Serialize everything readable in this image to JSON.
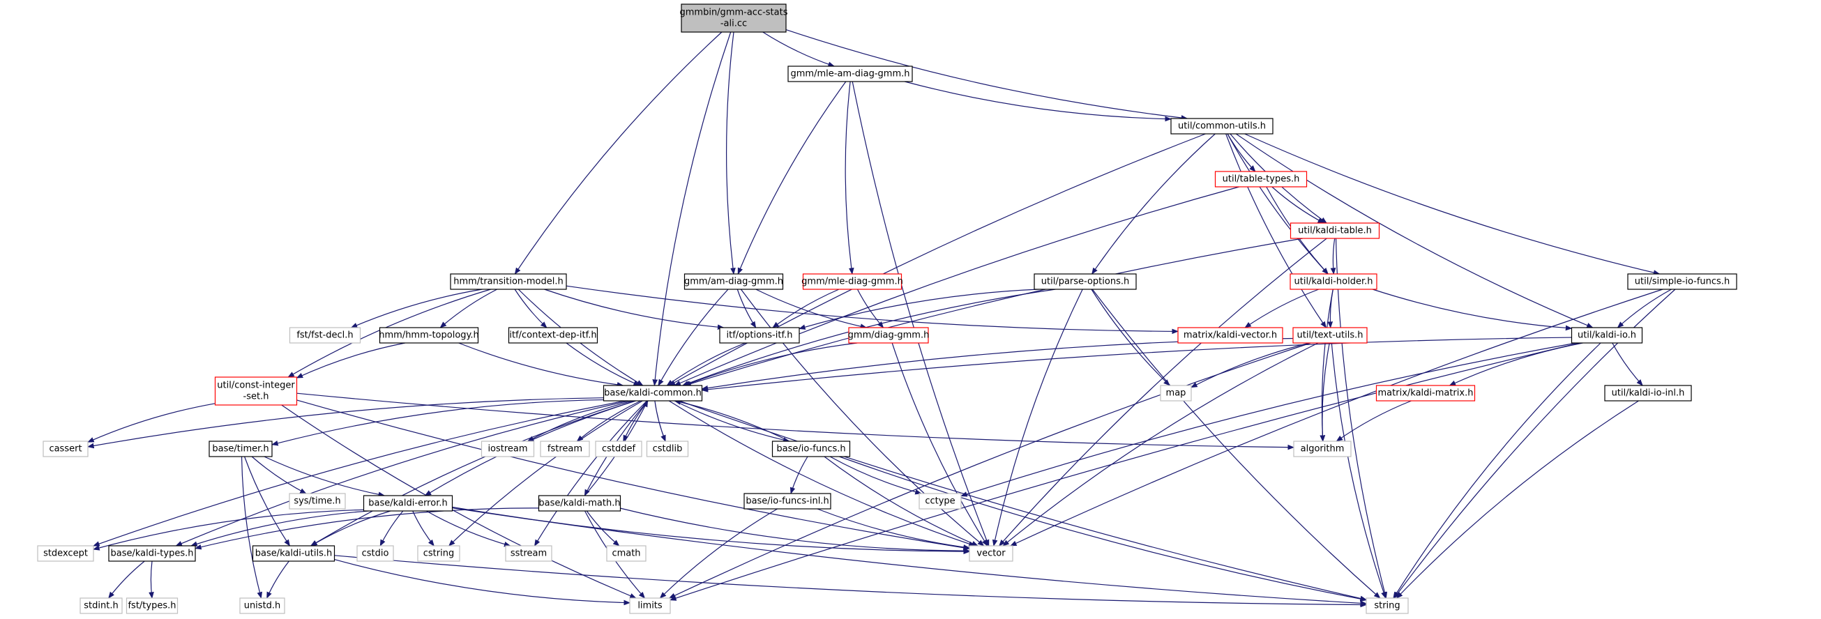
{
  "diagram": {
    "colors": {
      "root_fill": "#bfbfbf",
      "normal_border": "#000000",
      "red_border": "#ff0000",
      "external_border": "#bfbfbf",
      "node_fill": "#ffffff",
      "edge": "#191970"
    },
    "nodes": {
      "root": {
        "lines": [
          "gmmbin/gmm-acc-stats",
          "-ali.cc"
        ],
        "kind": "root"
      },
      "mleamdiag": {
        "lines": [
          "gmm/mle-am-diag-gmm.h"
        ],
        "kind": "normal"
      },
      "commonutils": {
        "lines": [
          "util/common-utils.h"
        ],
        "kind": "normal"
      },
      "tabletypes": {
        "lines": [
          "util/table-types.h"
        ],
        "kind": "red"
      },
      "kalditable": {
        "lines": [
          "util/kaldi-table.h"
        ],
        "kind": "red"
      },
      "transition": {
        "lines": [
          "hmm/transition-model.h"
        ],
        "kind": "normal"
      },
      "amdiag": {
        "lines": [
          "gmm/am-diag-gmm.h"
        ],
        "kind": "normal"
      },
      "mlediag": {
        "lines": [
          "gmm/mle-diag-gmm.h"
        ],
        "kind": "red"
      },
      "parseopts": {
        "lines": [
          "util/parse-options.h"
        ],
        "kind": "normal"
      },
      "kaldiholder": {
        "lines": [
          "util/kaldi-holder.h"
        ],
        "kind": "red"
      },
      "simpleio": {
        "lines": [
          "util/simple-io-funcs.h"
        ],
        "kind": "normal"
      },
      "fstdecl": {
        "lines": [
          "fst/fst-decl.h"
        ],
        "kind": "external"
      },
      "hmmtopo": {
        "lines": [
          "hmm/hmm-topology.h"
        ],
        "kind": "normal"
      },
      "contextdep": {
        "lines": [
          "itf/context-dep-itf.h"
        ],
        "kind": "normal"
      },
      "optionsitf": {
        "lines": [
          "itf/options-itf.h"
        ],
        "kind": "normal"
      },
      "diaggmm": {
        "lines": [
          "gmm/diag-gmm.h"
        ],
        "kind": "red"
      },
      "kaldivector": {
        "lines": [
          "matrix/kaldi-vector.h"
        ],
        "kind": "red"
      },
      "textutils": {
        "lines": [
          "util/text-utils.h"
        ],
        "kind": "red"
      },
      "kaldiio": {
        "lines": [
          "util/kaldi-io.h"
        ],
        "kind": "normal"
      },
      "constint": {
        "lines": [
          "util/const-integer",
          "-set.h"
        ],
        "kind": "red"
      },
      "kaldicommon": {
        "lines": [
          "base/kaldi-common.h"
        ],
        "kind": "normal"
      },
      "map": {
        "lines": [
          "map"
        ],
        "kind": "external"
      },
      "kaldimatrix": {
        "lines": [
          "matrix/kaldi-matrix.h"
        ],
        "kind": "red"
      },
      "kaldioinl": {
        "lines": [
          "util/kaldi-io-inl.h"
        ],
        "kind": "normal"
      },
      "cassert": {
        "lines": [
          "cassert"
        ],
        "kind": "external"
      },
      "timer": {
        "lines": [
          "base/timer.h"
        ],
        "kind": "normal"
      },
      "iostream": {
        "lines": [
          "iostream"
        ],
        "kind": "external"
      },
      "fstream": {
        "lines": [
          "fstream"
        ],
        "kind": "external"
      },
      "cstddef": {
        "lines": [
          "cstddef"
        ],
        "kind": "external"
      },
      "cstdlib": {
        "lines": [
          "cstdlib"
        ],
        "kind": "external"
      },
      "iofuncs": {
        "lines": [
          "base/io-funcs.h"
        ],
        "kind": "normal"
      },
      "algorithm": {
        "lines": [
          "algorithm"
        ],
        "kind": "external"
      },
      "systime": {
        "lines": [
          "sys/time.h"
        ],
        "kind": "external"
      },
      "iofuncsinl": {
        "lines": [
          "base/io-funcs-inl.h"
        ],
        "kind": "normal"
      },
      "cctype": {
        "lines": [
          "cctype"
        ],
        "kind": "external"
      },
      "kaldierror": {
        "lines": [
          "base/kaldi-error.h"
        ],
        "kind": "normal"
      },
      "kaldimath": {
        "lines": [
          "base/kaldi-math.h"
        ],
        "kind": "normal"
      },
      "stdexcept": {
        "lines": [
          "stdexcept"
        ],
        "kind": "external"
      },
      "kalditypes": {
        "lines": [
          "base/kaldi-types.h"
        ],
        "kind": "normal"
      },
      "kaldiutils": {
        "lines": [
          "base/kaldi-utils.h"
        ],
        "kind": "normal"
      },
      "cstdio": {
        "lines": [
          "cstdio"
        ],
        "kind": "external"
      },
      "cstring": {
        "lines": [
          "cstring"
        ],
        "kind": "external"
      },
      "sstream": {
        "lines": [
          "sstream"
        ],
        "kind": "external"
      },
      "cmath": {
        "lines": [
          "cmath"
        ],
        "kind": "external"
      },
      "vector": {
        "lines": [
          "vector"
        ],
        "kind": "external"
      },
      "stdint": {
        "lines": [
          "stdint.h"
        ],
        "kind": "external"
      },
      "fsttypes": {
        "lines": [
          "fst/types.h"
        ],
        "kind": "external"
      },
      "unistd": {
        "lines": [
          "unistd.h"
        ],
        "kind": "external"
      },
      "limits": {
        "lines": [
          "limits"
        ],
        "kind": "external"
      },
      "string": {
        "lines": [
          "string"
        ],
        "kind": "external"
      }
    },
    "edges": [
      [
        "root",
        "mleamdiag"
      ],
      [
        "root",
        "commonutils"
      ],
      [
        "root",
        "transition"
      ],
      [
        "root",
        "amdiag"
      ],
      [
        "root",
        "kaldicommon"
      ],
      [
        "mleamdiag",
        "commonutils"
      ],
      [
        "mleamdiag",
        "amdiag"
      ],
      [
        "mleamdiag",
        "mlediag"
      ],
      [
        "mleamdiag",
        "vector"
      ],
      [
        "commonutils",
        "tabletypes"
      ],
      [
        "commonutils",
        "kalditable"
      ],
      [
        "commonutils",
        "kaldiholder"
      ],
      [
        "commonutils",
        "parseopts"
      ],
      [
        "commonutils",
        "simpleio"
      ],
      [
        "commonutils",
        "textutils"
      ],
      [
        "commonutils",
        "kaldiio"
      ],
      [
        "commonutils",
        "kaldicommon"
      ],
      [
        "tabletypes",
        "kalditable"
      ],
      [
        "tabletypes",
        "kaldiholder"
      ],
      [
        "tabletypes",
        "kaldicommon"
      ],
      [
        "kalditable",
        "kaldiholder"
      ],
      [
        "kalditable",
        "kaldicommon"
      ],
      [
        "kalditable",
        "vector"
      ],
      [
        "kalditable",
        "string"
      ],
      [
        "transition",
        "fstdecl"
      ],
      [
        "transition",
        "hmmtopo"
      ],
      [
        "transition",
        "contextdep"
      ],
      [
        "transition",
        "optionsitf"
      ],
      [
        "transition",
        "kaldivector"
      ],
      [
        "transition",
        "constint"
      ],
      [
        "transition",
        "kaldicommon"
      ],
      [
        "amdiag",
        "optionsitf"
      ],
      [
        "amdiag",
        "diaggmm"
      ],
      [
        "amdiag",
        "kaldicommon"
      ],
      [
        "amdiag",
        "vector"
      ],
      [
        "mlediag",
        "optionsitf"
      ],
      [
        "mlediag",
        "diaggmm"
      ],
      [
        "parseopts",
        "optionsitf"
      ],
      [
        "parseopts",
        "kaldicommon"
      ],
      [
        "parseopts",
        "map"
      ],
      [
        "parseopts",
        "vector"
      ],
      [
        "parseopts",
        "string"
      ],
      [
        "kaldiholder",
        "textutils"
      ],
      [
        "kaldiholder",
        "kaldiio"
      ],
      [
        "kaldiholder",
        "kaldivector"
      ],
      [
        "kaldiholder",
        "algorithm"
      ],
      [
        "simpleio",
        "kaldiio"
      ],
      [
        "simpleio",
        "vector"
      ],
      [
        "simpleio",
        "string"
      ],
      [
        "hmmtopo",
        "constint"
      ],
      [
        "hmmtopo",
        "kaldicommon"
      ],
      [
        "contextdep",
        "kaldicommon"
      ],
      [
        "optionsitf",
        "kaldicommon"
      ],
      [
        "diaggmm",
        "kaldicommon"
      ],
      [
        "diaggmm",
        "vector"
      ],
      [
        "textutils",
        "kaldicommon"
      ],
      [
        "textutils",
        "map"
      ],
      [
        "textutils",
        "algorithm"
      ],
      [
        "textutils",
        "vector"
      ],
      [
        "textutils",
        "limits"
      ],
      [
        "textutils",
        "string"
      ],
      [
        "kaldiio",
        "kaldicommon"
      ],
      [
        "kaldiio",
        "kaldimatrix"
      ],
      [
        "kaldiio",
        "kaldioinl"
      ],
      [
        "kaldiio",
        "cctype"
      ],
      [
        "kaldiio",
        "limits"
      ],
      [
        "kaldiio",
        "string"
      ],
      [
        "kaldimatrix",
        "algorithm"
      ],
      [
        "kaldioinl",
        "string"
      ],
      [
        "constint",
        "cassert"
      ],
      [
        "constint",
        "algorithm"
      ],
      [
        "constint",
        "vector"
      ],
      [
        "constint",
        "limits"
      ],
      [
        "kaldicommon",
        "cassert"
      ],
      [
        "kaldicommon",
        "timer"
      ],
      [
        "kaldicommon",
        "iostream"
      ],
      [
        "kaldicommon",
        "fstream"
      ],
      [
        "kaldicommon",
        "cstddef"
      ],
      [
        "kaldicommon",
        "cstdlib"
      ],
      [
        "kaldicommon",
        "iofuncs"
      ],
      [
        "kaldicommon",
        "kaldierror"
      ],
      [
        "kaldicommon",
        "kaldimath"
      ],
      [
        "kaldicommon",
        "stdexcept"
      ],
      [
        "kaldicommon",
        "kalditypes"
      ],
      [
        "kaldicommon",
        "kaldiutils"
      ],
      [
        "kaldicommon",
        "cstring"
      ],
      [
        "kaldicommon",
        "sstream"
      ],
      [
        "kaldicommon",
        "vector"
      ],
      [
        "kaldicommon",
        "string"
      ],
      [
        "timer",
        "systime"
      ],
      [
        "timer",
        "kaldierror"
      ],
      [
        "timer",
        "kaldiutils"
      ],
      [
        "timer",
        "unistd"
      ],
      [
        "iofuncs",
        "kaldicommon"
      ],
      [
        "iofuncs",
        "iofuncsinl"
      ],
      [
        "iofuncs",
        "cctype"
      ],
      [
        "iofuncs",
        "vector"
      ],
      [
        "iofuncs",
        "string"
      ],
      [
        "iofuncsinl",
        "vector"
      ],
      [
        "iofuncsinl",
        "limits"
      ],
      [
        "kaldierror",
        "kalditypes"
      ],
      [
        "kaldierror",
        "kaldiutils"
      ],
      [
        "kaldierror",
        "stdexcept"
      ],
      [
        "kaldierror",
        "cstdio"
      ],
      [
        "kaldierror",
        "cstring"
      ],
      [
        "kaldierror",
        "sstream"
      ],
      [
        "kaldierror",
        "vector"
      ],
      [
        "kaldierror",
        "string"
      ],
      [
        "kaldimath",
        "kaldicommon"
      ],
      [
        "kaldimath",
        "kalditypes"
      ],
      [
        "kaldimath",
        "cmath"
      ],
      [
        "kaldimath",
        "limits"
      ],
      [
        "kaldimath",
        "vector"
      ],
      [
        "kalditypes",
        "stdint"
      ],
      [
        "kalditypes",
        "fsttypes"
      ],
      [
        "kaldiutils",
        "unistd"
      ],
      [
        "kaldiutils",
        "limits"
      ],
      [
        "kaldiutils",
        "string"
      ]
    ]
  }
}
